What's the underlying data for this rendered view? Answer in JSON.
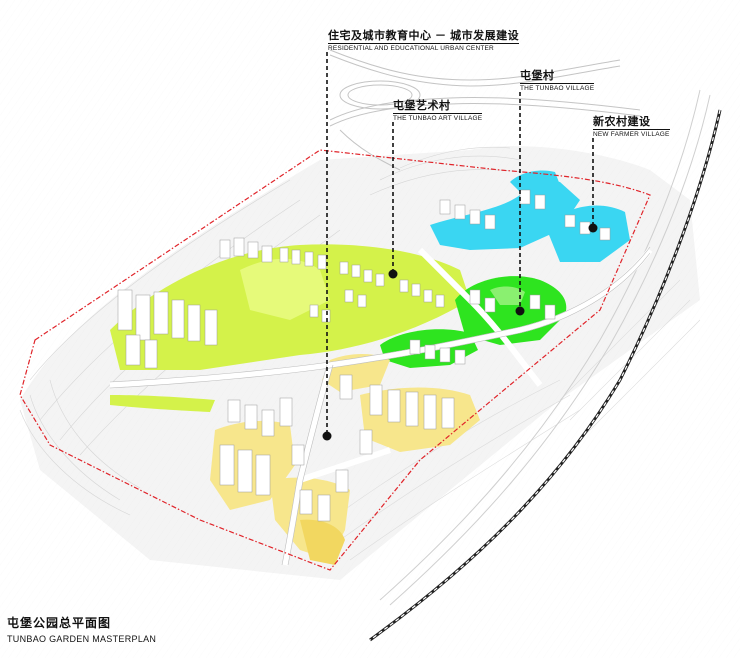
{
  "title": {
    "cn": "屯堡公园总平面图",
    "en": "TUNBAO GARDEN MASTERPLAN"
  },
  "callouts": [
    {
      "id": "residential",
      "cn": "住宅及城市教育中心 － 城市发展建设",
      "en": "RESIDENTIAL AND EDUCATIONAL URBAN CENTER",
      "color": "#f6e07a"
    },
    {
      "id": "art-village",
      "cn": "屯堡艺术村",
      "en": "THE TUNBAO ART VILLAGE",
      "color": "#c8f03c"
    },
    {
      "id": "tunbao-village",
      "cn": "屯堡村",
      "en": "THE TUNBAO VILLAGE",
      "color": "#22e01a"
    },
    {
      "id": "new-farmer",
      "cn": "新农村建设",
      "en": "NEW FARMER VILLAGE",
      "color": "#2fd4f0"
    }
  ],
  "colors": {
    "boundary": "#e0242a",
    "railway": "#222222",
    "road": "#ffffff",
    "contour": "#c9c9c9",
    "building": "#ffffff"
  }
}
